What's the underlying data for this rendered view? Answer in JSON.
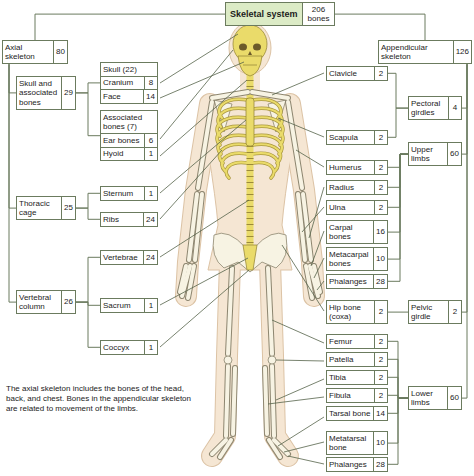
{
  "diagram": {
    "caption": "The axial skeleton includes the bones of the head, back, and chest. Bones in the appendicular skeleton are related to movement of the limbs.",
    "nodes": [
      {
        "text": [
          "Skeletal system",
          "206 bones"
        ]
      },
      {
        "text": [
          "Axial skeleton",
          "80"
        ]
      },
      {
        "text": [
          "Appendicular skeleton",
          "126"
        ]
      },
      {
        "text": [
          "Skull and associated bones",
          "29"
        ]
      },
      {
        "text": [
          "Skull (22)"
        ]
      },
      {
        "text": [
          "Cranium",
          "8"
        ],
        "in": 4
      },
      {
        "text": [
          "Face",
          "14"
        ],
        "in": 4
      },
      {
        "text": [
          "Associated bones (7)"
        ]
      },
      {
        "text": [
          "Ear bones",
          "6"
        ],
        "in": 7
      },
      {
        "text": [
          "Hyoid",
          "1"
        ],
        "in": 7
      },
      {
        "text": [
          "Thoracic cage",
          "25"
        ]
      },
      {
        "text": [
          "Sternum",
          "1"
        ]
      },
      {
        "text": [
          "Ribs",
          "24"
        ]
      },
      {
        "text": [
          "Vertebral column",
          "26"
        ]
      },
      {
        "text": [
          "Vertebrae",
          "24"
        ]
      },
      {
        "text": [
          "Sacrum",
          "1"
        ]
      },
      {
        "text": [
          "Coccyx",
          "1"
        ]
      },
      {
        "text": [
          "Pectoral girdles",
          "4"
        ]
      },
      {
        "text": [
          "Clavicle",
          "2"
        ]
      },
      {
        "text": [
          "Scapula",
          "2"
        ]
      },
      {
        "text": [
          "Upper limbs",
          "60"
        ]
      },
      {
        "text": [
          "Humerus",
          "2"
        ]
      },
      {
        "text": [
          "Radius",
          "2"
        ]
      },
      {
        "text": [
          "Ulna",
          "2"
        ]
      },
      {
        "text": [
          "Carpal bones",
          "16"
        ]
      },
      {
        "text": [
          "Metacarpal bones",
          "10"
        ]
      },
      {
        "text": [
          "Phalanges",
          "28"
        ]
      },
      {
        "text": [
          "Pelvic girdle",
          "2"
        ]
      },
      {
        "text": [
          "Hip bone (coxa)",
          "2"
        ]
      },
      {
        "text": [
          "Lower limbs",
          "60"
        ]
      },
      {
        "text": [
          "Femur",
          "2"
        ]
      },
      {
        "text": [
          "Patella",
          "2"
        ]
      },
      {
        "text": [
          "Tibia",
          "2"
        ]
      },
      {
        "text": [
          "Fibula",
          "2"
        ]
      },
      {
        "text": [
          "Tarsal bone",
          "14"
        ]
      },
      {
        "text": [
          "Metatarsal bone",
          "10"
        ]
      },
      {
        "text": [
          "Phalanges",
          "28"
        ]
      }
    ],
    "edges": [
      {
        "from": 0,
        "to": 1,
        "arrow": "none"
      },
      {
        "from": 0,
        "to": 2,
        "arrow": "none"
      },
      {
        "from": 1,
        "to": 3,
        "arrow": "none"
      },
      {
        "from": 1,
        "to": 10,
        "arrow": "none"
      },
      {
        "from": 1,
        "to": 13,
        "arrow": "none"
      },
      {
        "from": 3,
        "to": 4,
        "arrow": "none"
      },
      {
        "from": 3,
        "to": 7,
        "arrow": "none"
      },
      {
        "from": 10,
        "to": 11,
        "arrow": "none"
      },
      {
        "from": 10,
        "to": 12,
        "arrow": "none"
      },
      {
        "from": 13,
        "to": 14,
        "arrow": "none"
      },
      {
        "from": 13,
        "to": 15,
        "arrow": "none"
      },
      {
        "from": 13,
        "to": 16,
        "arrow": "none"
      },
      {
        "from": 2,
        "to": 17,
        "arrow": "none"
      },
      {
        "from": 2,
        "to": 20,
        "arrow": "none"
      },
      {
        "from": 2,
        "to": 27,
        "arrow": "none"
      },
      {
        "from": 2,
        "to": 29,
        "arrow": "none"
      },
      {
        "from": 17,
        "to": 18,
        "arrow": "none"
      },
      {
        "from": 17,
        "to": 19,
        "arrow": "none"
      },
      {
        "from": 20,
        "to": 21,
        "arrow": "none"
      },
      {
        "from": 20,
        "to": 22,
        "arrow": "none"
      },
      {
        "from": 20,
        "to": 23,
        "arrow": "none"
      },
      {
        "from": 20,
        "to": 24,
        "arrow": "none"
      },
      {
        "from": 20,
        "to": 25,
        "arrow": "none"
      },
      {
        "from": 20,
        "to": 26,
        "arrow": "none"
      },
      {
        "from": 27,
        "to": 28,
        "arrow": "none"
      },
      {
        "from": 29,
        "to": 30,
        "arrow": "none"
      },
      {
        "from": 29,
        "to": 31,
        "arrow": "none"
      },
      {
        "from": 29,
        "to": 32,
        "arrow": "none"
      },
      {
        "from": 29,
        "to": 33,
        "arrow": "none"
      },
      {
        "from": 29,
        "to": 34,
        "arrow": "none"
      },
      {
        "from": 29,
        "to": 35,
        "arrow": "none"
      },
      {
        "from": 29,
        "to": 36,
        "arrow": "none"
      }
    ]
  }
}
